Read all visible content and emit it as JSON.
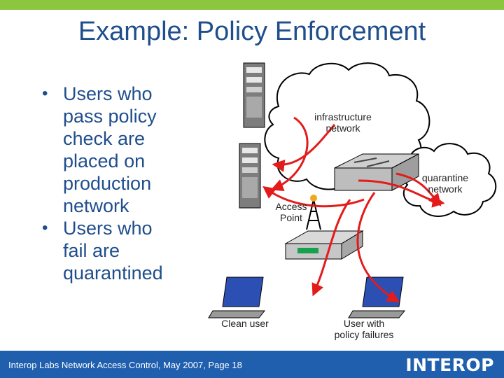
{
  "colors": {
    "top_bar": "#8cc63f",
    "title": "#1f4e8c",
    "footer": "#1f5fae",
    "arrows": "#e31b1b",
    "cloud": "#ffffff"
  },
  "slide": {
    "title": "Example: Policy Enforcement",
    "bullets": [
      {
        "text": "Users who\npass policy\ncheck are\nplaced on\nproduction\nnetwork"
      },
      {
        "text": "Users who\nfail are\nquarantined"
      }
    ]
  },
  "diagram": {
    "labels": {
      "infrastructure": "infrastructure\nnetwork",
      "quarantine": "quarantine\nnetwork",
      "access_point": "Access\nPoint",
      "clean_user": "Clean user",
      "failed_user": "User with\npolicy failures"
    }
  },
  "footer": {
    "text": "Interop Labs Network Access Control, May 2007, Page 18",
    "brand": "INTEROP"
  }
}
